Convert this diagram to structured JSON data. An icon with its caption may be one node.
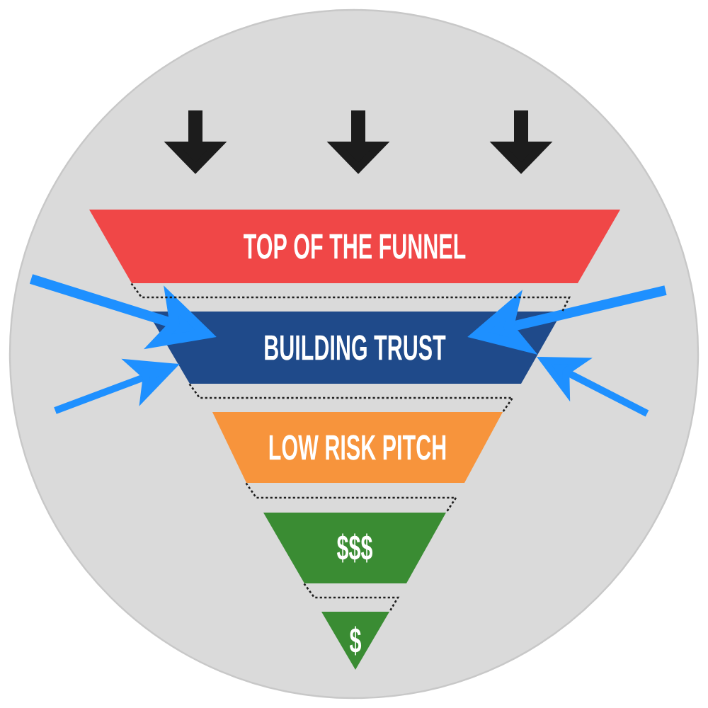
{
  "diagram": {
    "nodes": [
      {
        "text": [
          "TOP OF THE FUNNEL"
        ]
      },
      {
        "text": [
          "BUILDING TRUST"
        ]
      },
      {
        "text": [
          "LOW RISK PITCH"
        ]
      },
      {
        "text": [
          "$$$"
        ]
      },
      {
        "text": [
          "$"
        ]
      }
    ],
    "edges": [
      {
        "from": null,
        "to": 1,
        "arrow": "to",
        "style": "thick",
        "color": "#1e90ff"
      },
      {
        "from": null,
        "to": 1,
        "arrow": "to",
        "style": "thick",
        "color": "#1e90ff"
      },
      {
        "from": null,
        "to": 1,
        "arrow": "to",
        "style": "thick",
        "color": "#1e90ff"
      },
      {
        "from": null,
        "to": 1,
        "arrow": "to",
        "style": "thick",
        "color": "#1e90ff"
      },
      {
        "from": 0,
        "to": 1,
        "arrow": "none",
        "style": "dashed",
        "color": "#1e1e1e"
      },
      {
        "from": 1,
        "to": 2,
        "arrow": "none",
        "style": "dashed",
        "color": "#1e1e1e"
      },
      {
        "from": 2,
        "to": 3,
        "arrow": "none",
        "style": "dashed",
        "color": "#1e1e1e"
      },
      {
        "from": 3,
        "to": 4,
        "arrow": "none",
        "style": "dashed",
        "color": "#1e1e1e"
      }
    ]
  }
}
